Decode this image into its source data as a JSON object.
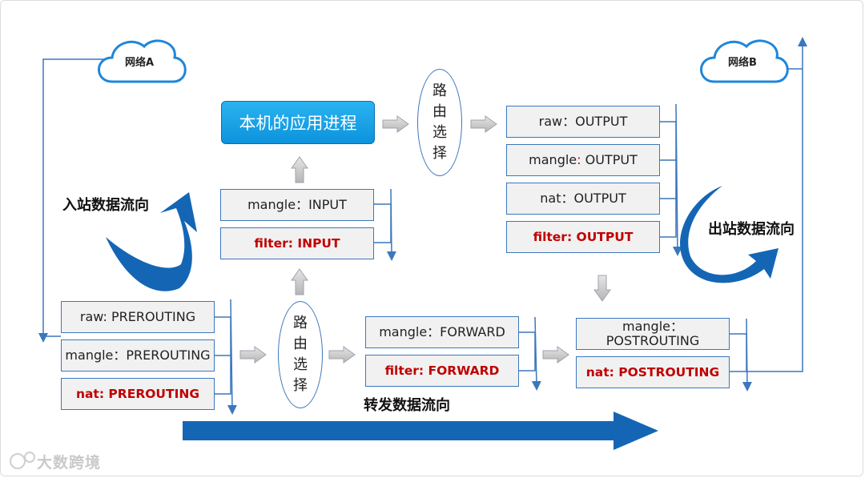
{
  "clouds": {
    "a": "网络A",
    "b": "网络B"
  },
  "app_process": "本机的应用进程",
  "routing_label": "路由选择",
  "input_chain": {
    "mangle": "mangle：INPUT",
    "filter": "filter: INPUT"
  },
  "output_chain": {
    "raw": "raw：OUTPUT",
    "mangle_prefix": "mangle",
    "mangle_suffix": " OUTPUT",
    "nat": "nat：OUTPUT",
    "filter": "filter: OUTPUT"
  },
  "prerouting_chain": {
    "raw": "raw: PREROUTING",
    "mangle": "mangle：PREROUTING",
    "nat": "nat: PREROUTING"
  },
  "forward_chain": {
    "mangle": "mangle：FORWARD",
    "filter": "filter: FORWARD"
  },
  "postrouting_chain": {
    "mangle_line1": "mangle：",
    "mangle_line2": "POSTROUTING",
    "nat": "nat: POSTROUTING"
  },
  "flows": {
    "inbound": "入站数据流向",
    "outbound": "出站数据流向",
    "forward": "转发数据流向"
  },
  "watermark": "大数跨境",
  "colors": {
    "box_border": "#3b77bd",
    "arrow_blue": "#1466b5",
    "red_text": "#c00000",
    "app_fill": "#1aa3e8"
  }
}
